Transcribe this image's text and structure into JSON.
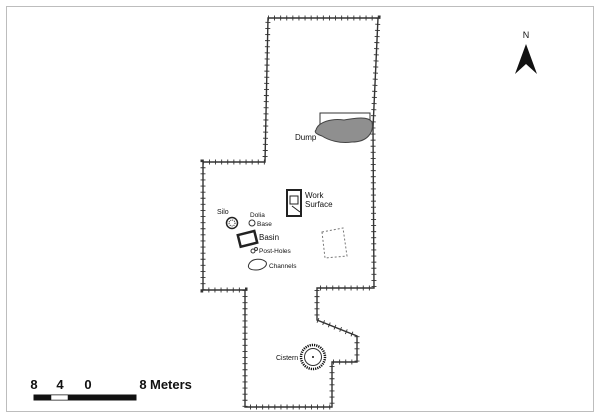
{
  "map": {
    "north_label": "N",
    "features": {
      "dump": "Dump",
      "work_surface_line1": "Work",
      "work_surface_line2": "Surface",
      "silo": "Silo",
      "dolia_line1": "Dolia",
      "dolia_line2": "Base",
      "basin": "Basin",
      "post_holes": "Post-Holes",
      "channels": "Channels",
      "cistern": "Cistern"
    },
    "scale_bar": {
      "ticks": [
        "8",
        "4",
        "0",
        "8"
      ],
      "unit": "Meters"
    }
  }
}
